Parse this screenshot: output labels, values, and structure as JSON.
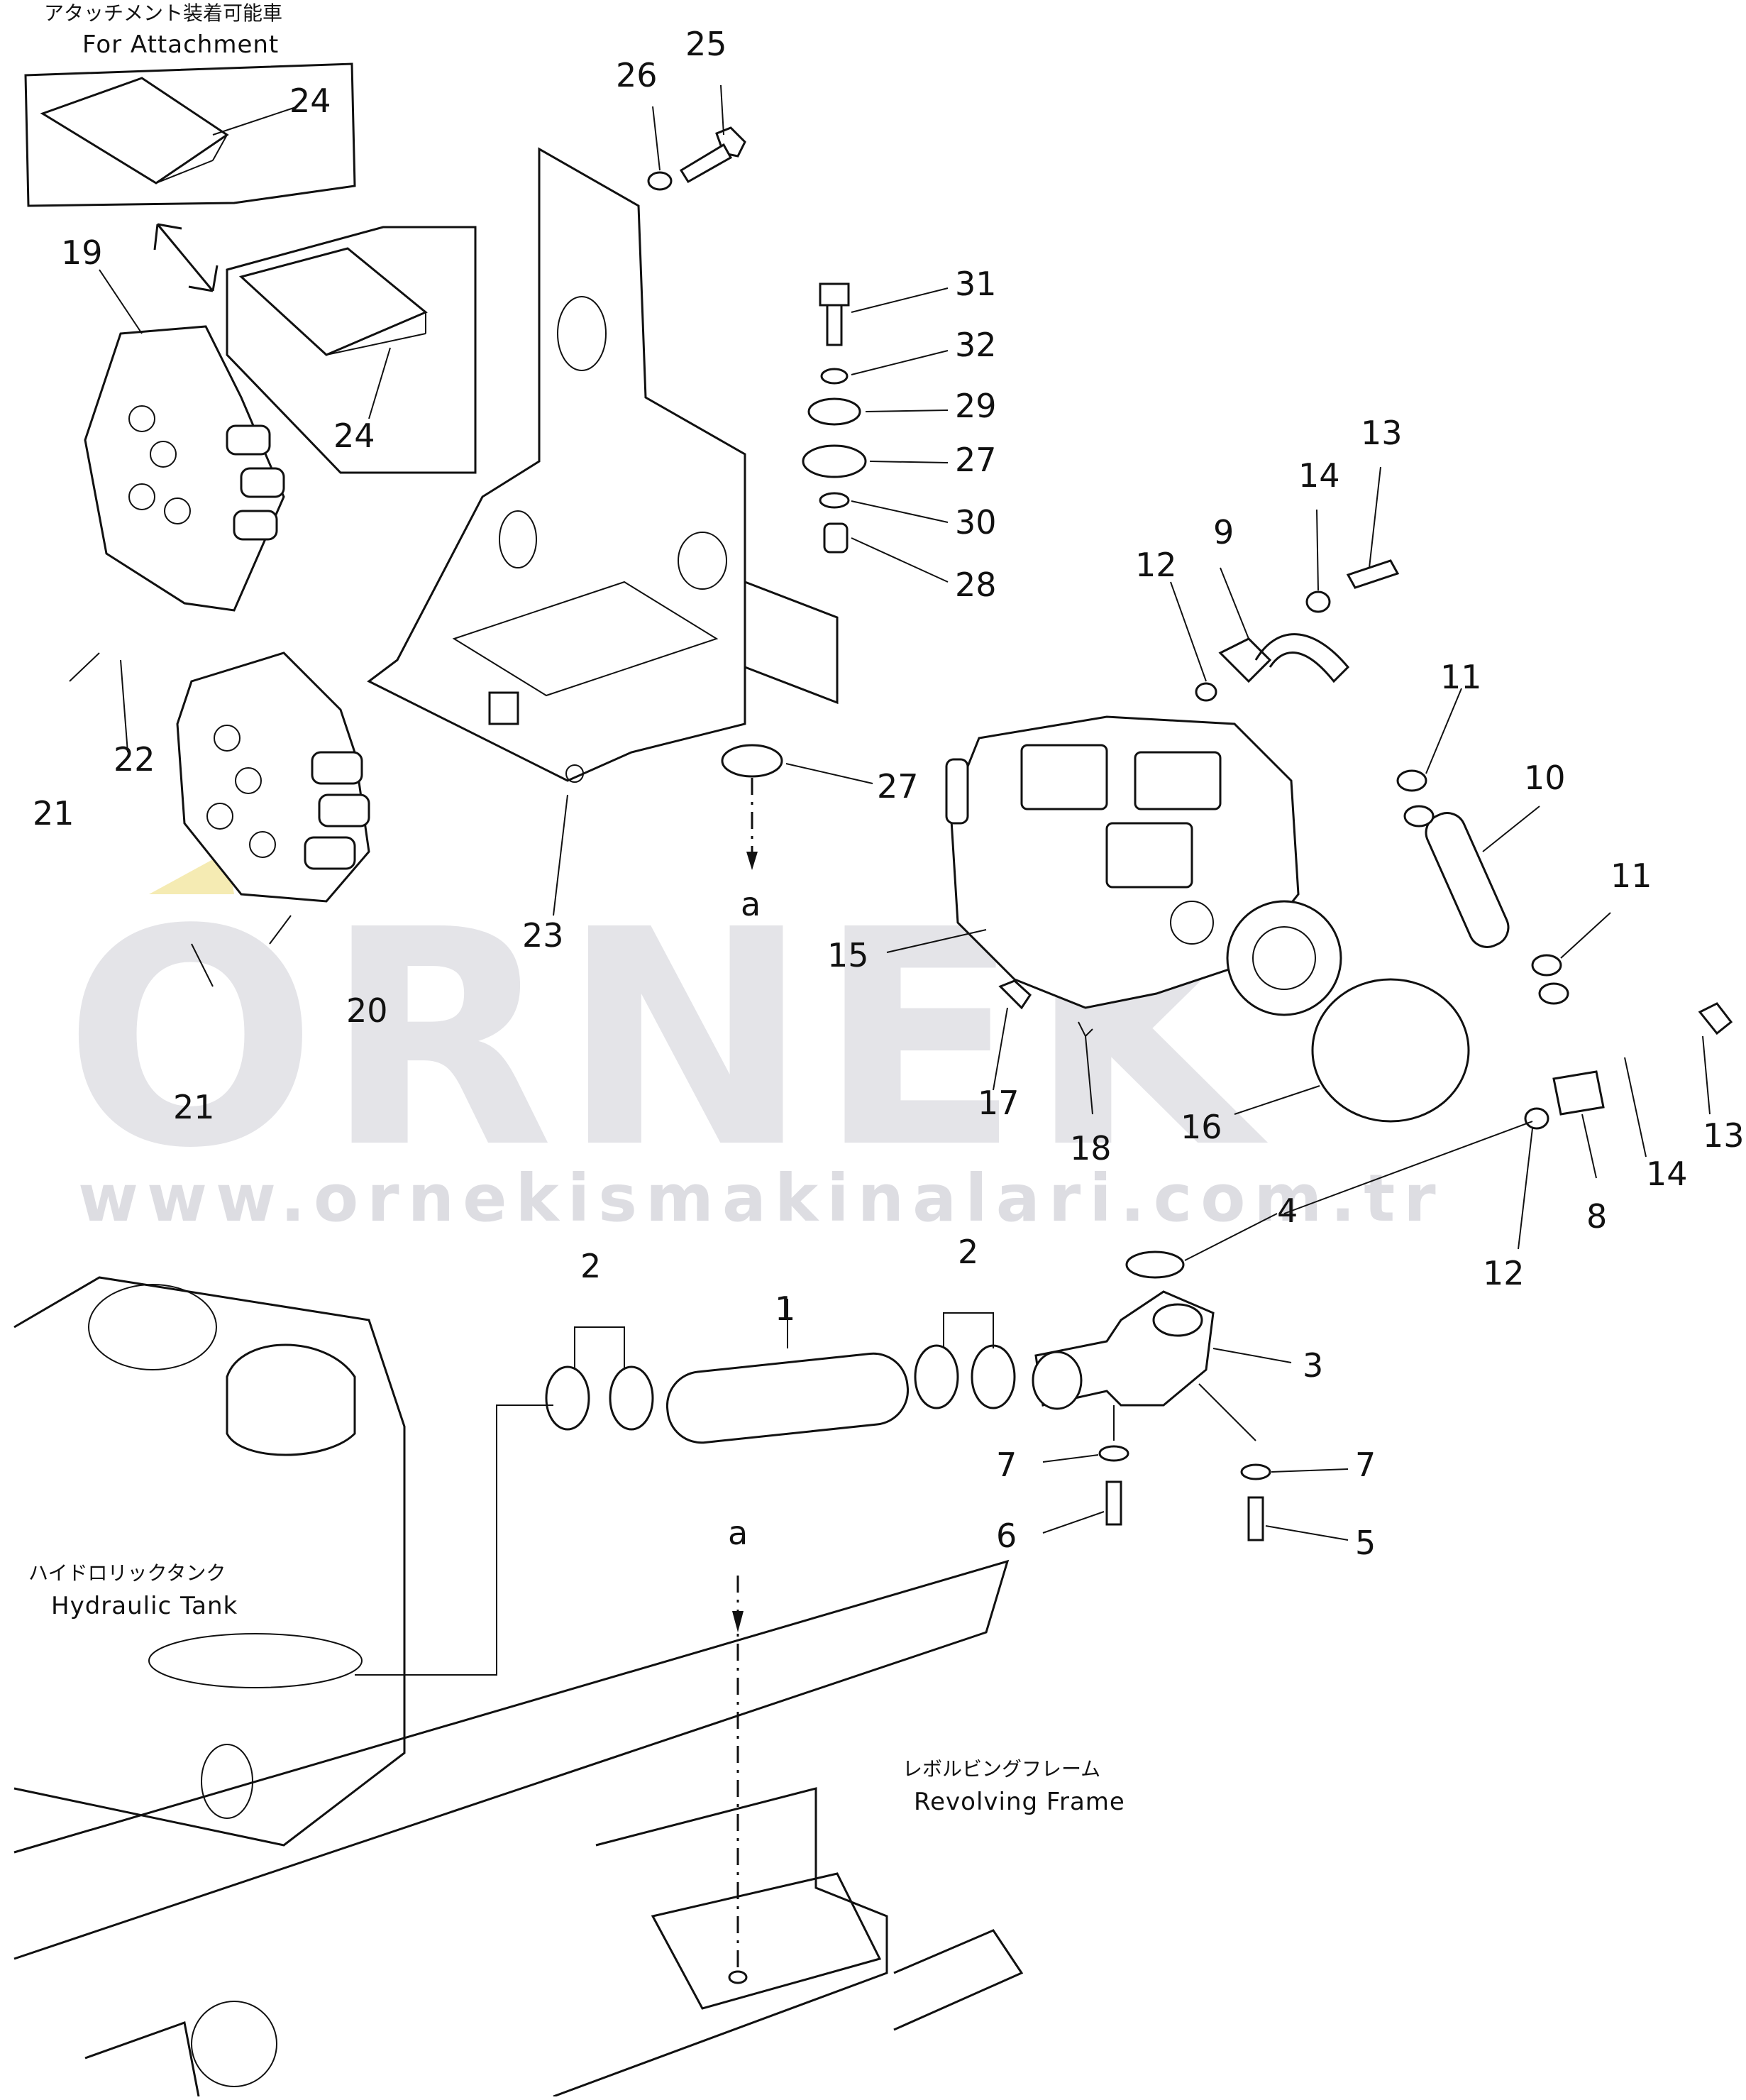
{
  "attachment_note": {
    "jp": "アタッチメント装着可能車",
    "en": "For Attachment"
  },
  "labels": {
    "hydraulic_tank_jp": "ハイドロリックタンク",
    "hydraulic_tank_en": "Hydraulic Tank",
    "revolving_frame_jp": "レボルビングフレーム",
    "revolving_frame_en": "Revolving Frame",
    "view_a_top": "a",
    "view_a_bottom": "a"
  },
  "watermark": {
    "brand": "ORNEK",
    "url": "www.ornekismakinalari.com.tr"
  },
  "callouts": [
    {
      "id": "c1",
      "text": "1"
    },
    {
      "id": "c2a",
      "text": "2"
    },
    {
      "id": "c2b",
      "text": "2"
    },
    {
      "id": "c3",
      "text": "3"
    },
    {
      "id": "c4",
      "text": "4"
    },
    {
      "id": "c5",
      "text": "5"
    },
    {
      "id": "c6",
      "text": "6"
    },
    {
      "id": "c7a",
      "text": "7"
    },
    {
      "id": "c7b",
      "text": "7"
    },
    {
      "id": "c8",
      "text": "8"
    },
    {
      "id": "c9",
      "text": "9"
    },
    {
      "id": "c10",
      "text": "10"
    },
    {
      "id": "c11a",
      "text": "11"
    },
    {
      "id": "c11b",
      "text": "11"
    },
    {
      "id": "c12a",
      "text": "12"
    },
    {
      "id": "c12b",
      "text": "12"
    },
    {
      "id": "c13a",
      "text": "13"
    },
    {
      "id": "c13b",
      "text": "13"
    },
    {
      "id": "c14a",
      "text": "14"
    },
    {
      "id": "c14b",
      "text": "14"
    },
    {
      "id": "c15",
      "text": "15"
    },
    {
      "id": "c16",
      "text": "16"
    },
    {
      "id": "c17",
      "text": "17"
    },
    {
      "id": "c18",
      "text": "18"
    },
    {
      "id": "c19",
      "text": "19"
    },
    {
      "id": "c20",
      "text": "20"
    },
    {
      "id": "c21a",
      "text": "21"
    },
    {
      "id": "c21b",
      "text": "21"
    },
    {
      "id": "c22",
      "text": "22"
    },
    {
      "id": "c23",
      "text": "23"
    },
    {
      "id": "c24a",
      "text": "24"
    },
    {
      "id": "c24b",
      "text": "24"
    },
    {
      "id": "c25",
      "text": "25"
    },
    {
      "id": "c26",
      "text": "26"
    },
    {
      "id": "c27a",
      "text": "27"
    },
    {
      "id": "c27b",
      "text": "27"
    },
    {
      "id": "c28",
      "text": "28"
    },
    {
      "id": "c29",
      "text": "29"
    },
    {
      "id": "c30",
      "text": "30"
    },
    {
      "id": "c31",
      "text": "31"
    },
    {
      "id": "c32",
      "text": "32"
    }
  ]
}
